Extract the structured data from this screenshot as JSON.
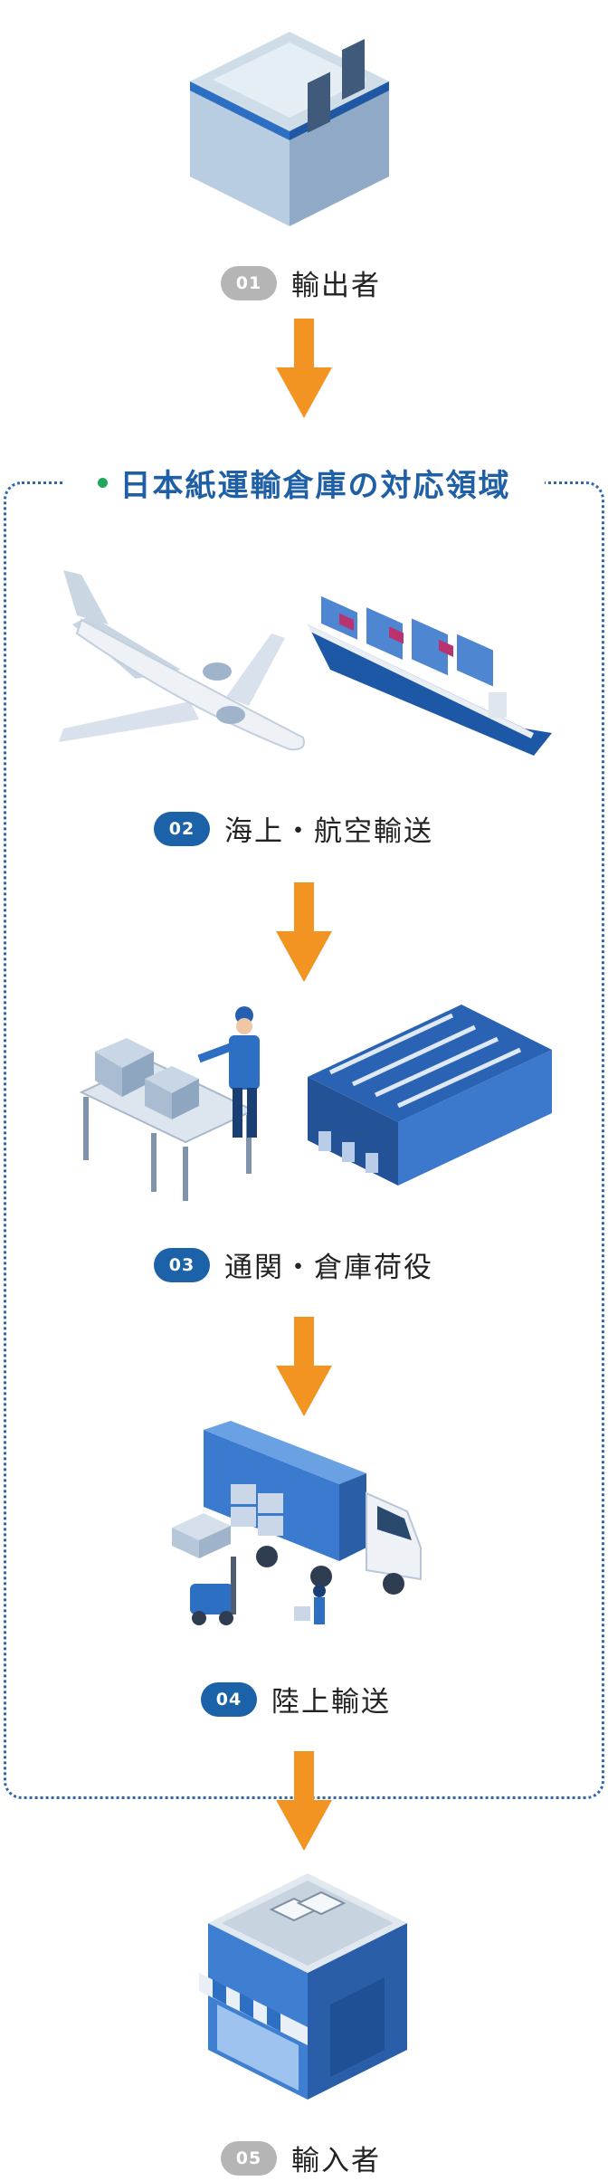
{
  "flow": {
    "scope_title": "日本紙運輸倉庫の対応領域",
    "steps": [
      {
        "number": "01",
        "label": "輸出者"
      },
      {
        "number": "02",
        "label": "海上・航空輸送"
      },
      {
        "number": "03",
        "label": "通関・倉庫荷役"
      },
      {
        "number": "04",
        "label": "陸上輸送"
      },
      {
        "number": "05",
        "label": "輸入者"
      }
    ]
  },
  "colors": {
    "brand_blue": "#1b62a8",
    "scope_title": "#1e5fa6",
    "arrow_orange": "#f39322",
    "badge_gray": "#b5b5b5",
    "scope_dot": "#1fa85b"
  },
  "icons": [
    "exporter-warehouse-icon",
    "airplane-icon",
    "container-ship-icon",
    "conveyor-worker-icon",
    "warehouse-icon",
    "truck-forklift-icon",
    "importer-store-icon"
  ]
}
